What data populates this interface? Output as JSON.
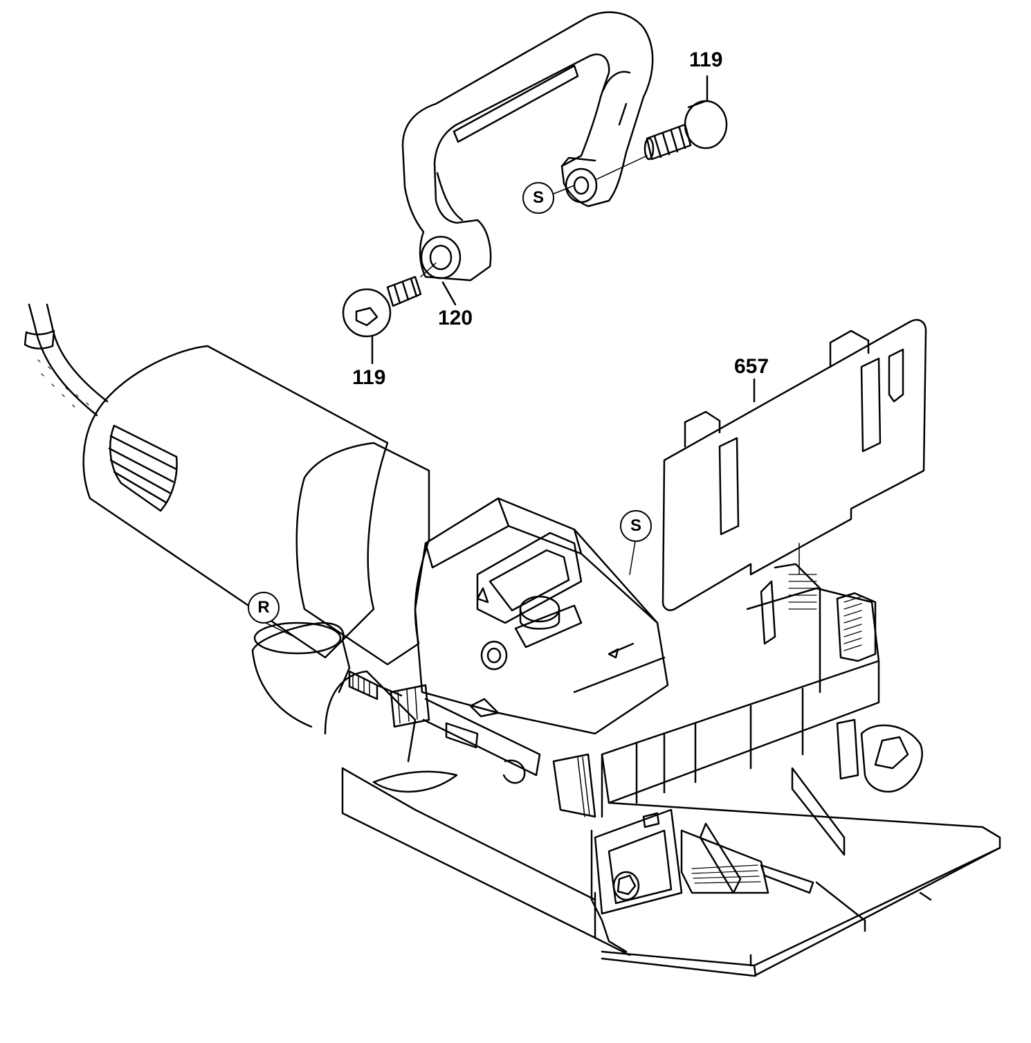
{
  "diagram": {
    "part_labels": {
      "screw_top_right": "119",
      "handle": "120",
      "screw_bottom_left": "119",
      "plate": "657"
    },
    "callouts": {
      "handle_service": "S",
      "motor_service": "S",
      "dust_port": "R"
    },
    "colors": {
      "line": "#000000",
      "background": "#ffffff"
    }
  }
}
